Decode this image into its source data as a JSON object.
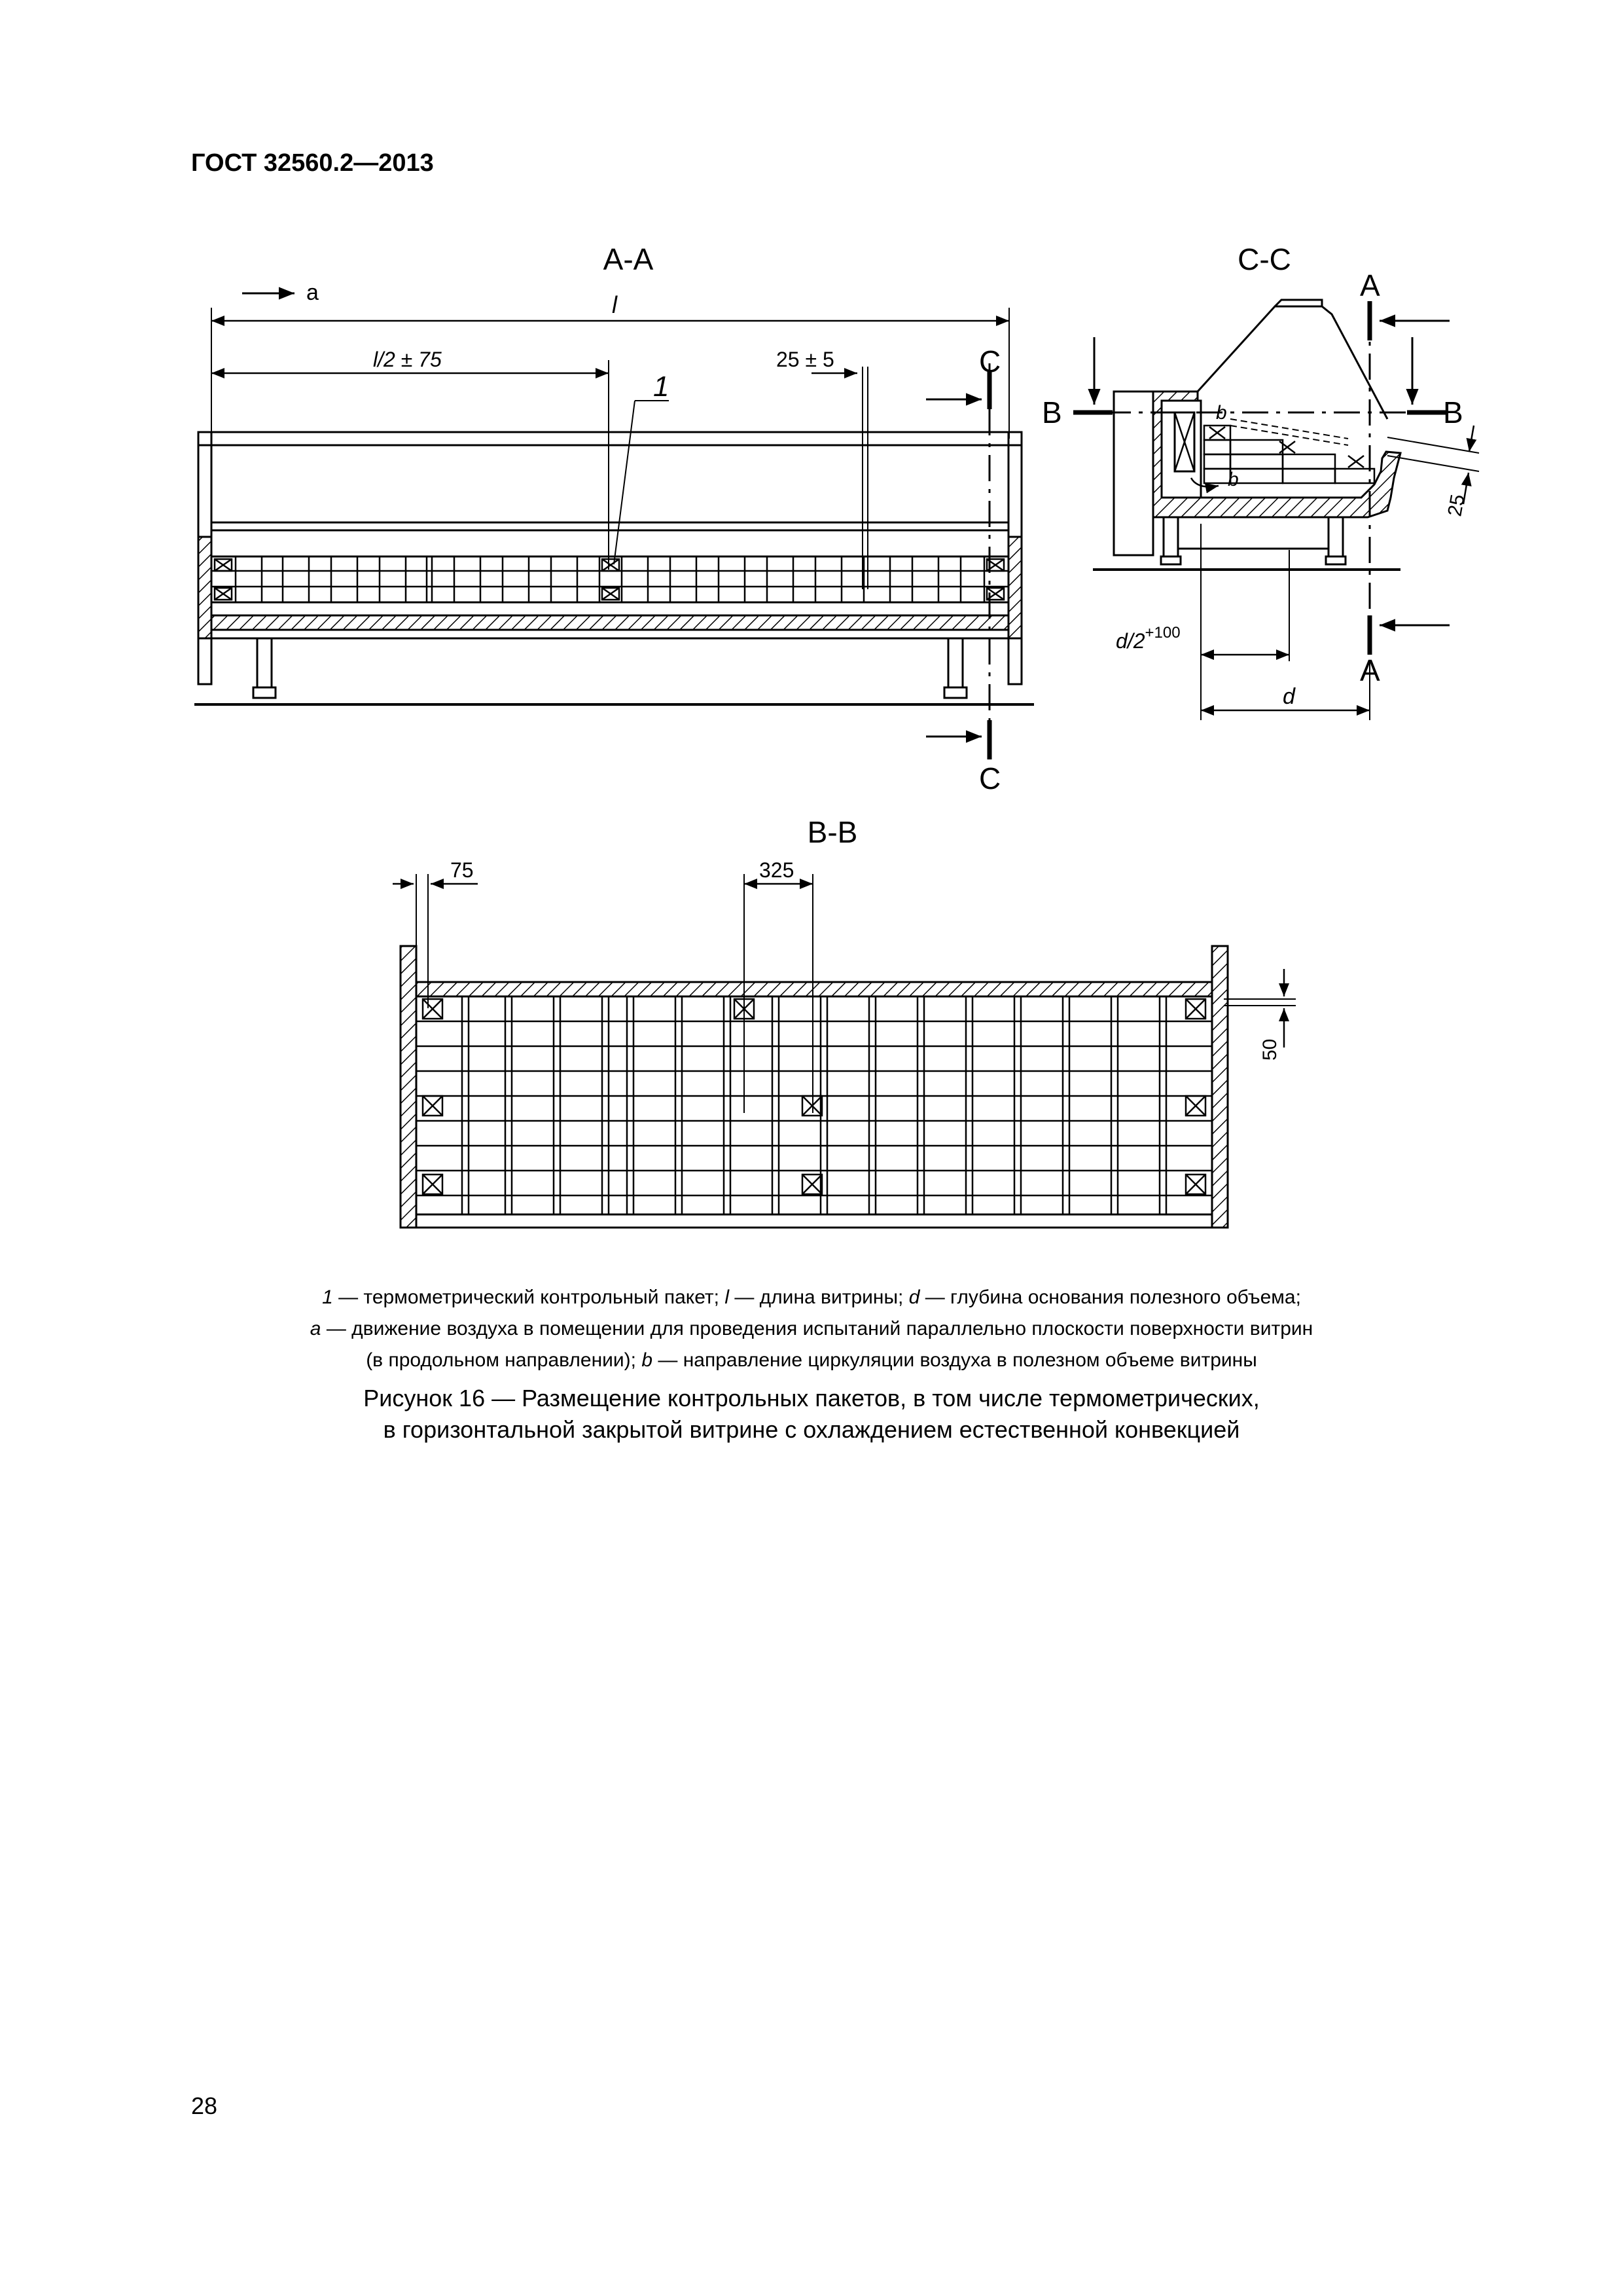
{
  "header": {
    "standard": "ГОСТ 32560.2—2013"
  },
  "figure": {
    "section_aa": {
      "title": "А-А",
      "airflow_label": "a",
      "length_label": "l",
      "half_length_label": "l/2 ± 75",
      "offset_label": "25 ± 5",
      "item_label": "1",
      "cut_label_top": "С",
      "cut_label_bottom": "С"
    },
    "section_cc": {
      "title": "С-С",
      "cut_a_top": "А",
      "cut_a_bottom": "А",
      "cut_b_left": "В",
      "cut_b_right": "В",
      "flow_b1": "b",
      "flow_b2": "b",
      "dim_25": "25",
      "dim_d_half": "d/2",
      "dim_d_half_sup": "+100",
      "dim_d": "d"
    },
    "section_bb": {
      "title": "В-В",
      "dim_75": "75",
      "dim_325": "325",
      "dim_50": "50"
    }
  },
  "legend": {
    "line1_n": "1",
    "line1_a": " — термометрический контрольный пакет; ",
    "line1_l": "l",
    "line1_b": " — длина витрины; ",
    "line1_d": "d",
    "line1_c": " — глубина основания полезного объема;",
    "line2_a_sym": "а",
    "line2": " — движение воздуха в помещении для проведения испытаний параллельно плоскости поверхности витрин",
    "line3_a": "(в продольном направлении); ",
    "line3_b_sym": "b",
    "line3_b": " — направление циркуляции воздуха в полезном объеме витрины"
  },
  "caption": {
    "line1": "Рисунок 16 — Размещение контрольных пакетов, в том числе термометрических,",
    "line2": "в горизонтальной закрытой витрине с охлаждением естественной конвекцией"
  },
  "page_number": "28"
}
